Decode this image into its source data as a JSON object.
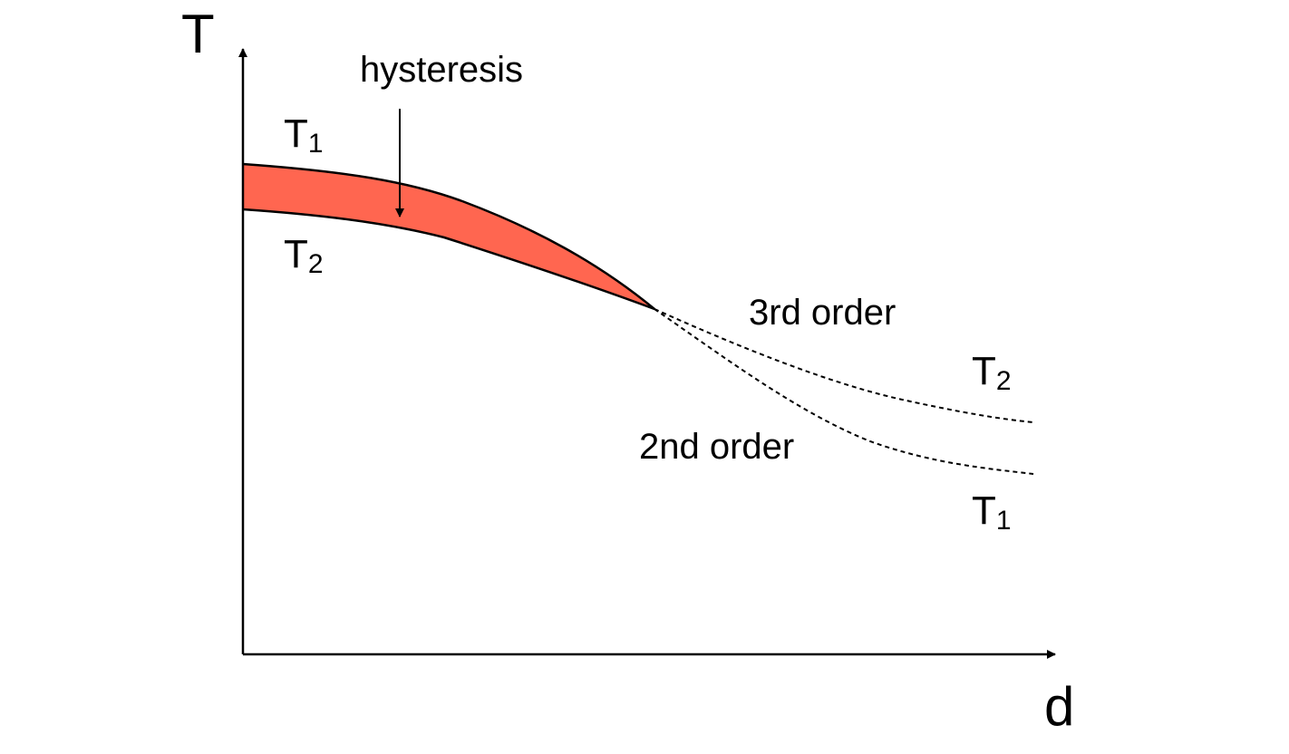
{
  "axes": {
    "y_label": "T",
    "x_label": "d"
  },
  "annotations": {
    "hysteresis": "hysteresis",
    "third_order": "3rd order",
    "second_order": "2nd order"
  },
  "curve_labels": {
    "left_upper": {
      "base": "T",
      "sub": "1"
    },
    "left_lower": {
      "base": "T",
      "sub": "2"
    },
    "right_upper": {
      "base": "T",
      "sub": "2"
    },
    "right_lower": {
      "base": "T",
      "sub": "1"
    }
  },
  "colors": {
    "hysteresis_fill": "#ff6650",
    "ink": "#000000"
  }
}
